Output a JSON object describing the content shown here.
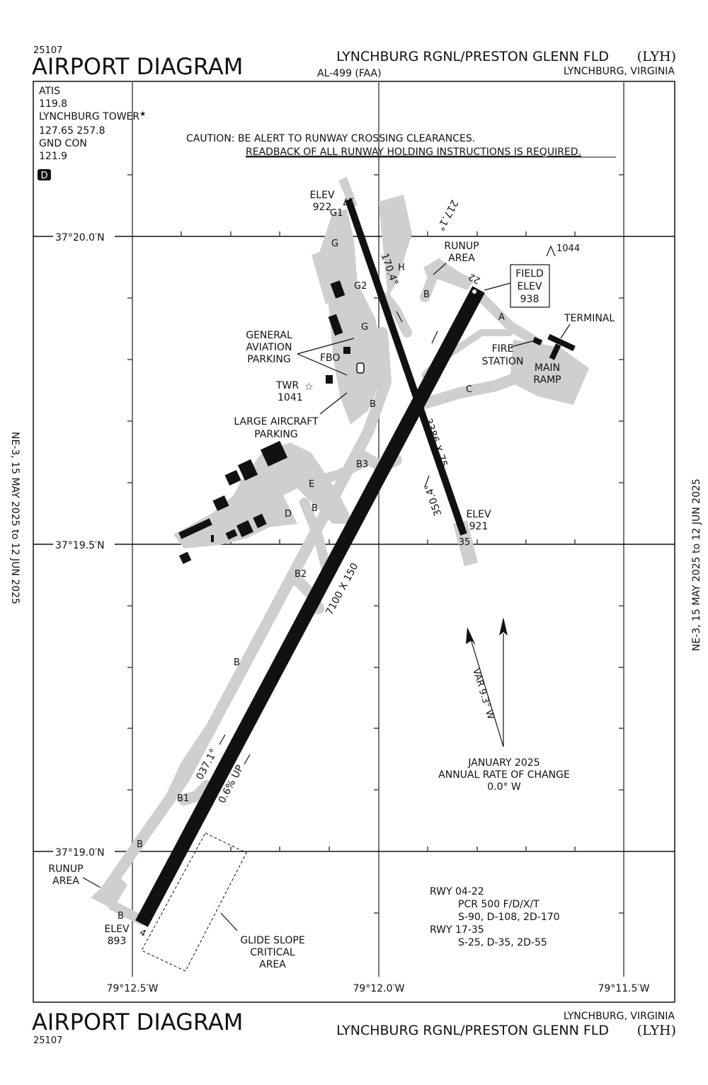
{
  "header": {
    "chart_number": "25107",
    "title": "AIRPORT DIAGRAM",
    "airport_name": "LYNCHBURG RGNL/PRESTON GLENN FLD",
    "airport_id": "(LYH)",
    "procedure_id": "AL-499 (FAA)",
    "city_state": "LYNCHBURG, VIRGINIA"
  },
  "footer": {
    "chart_number": "25107",
    "title": "AIRPORT DIAGRAM",
    "airport_name": "LYNCHBURG RGNL/PRESTON GLENN FLD",
    "airport_id": "(LYH)",
    "city_state": "LYNCHBURG, VIRGINIA"
  },
  "side_dates": {
    "left": "NE-3,  15 MAY 2025  to  12 JUN 2025",
    "right": "NE-3,  15 MAY 2025  to  12 JUN 2025"
  },
  "comms": {
    "atis_label": "ATIS",
    "atis_freq": "119.8",
    "tower_label": "LYNCHBURG TOWER",
    "tower_star": "★",
    "tower_freq": "127.65 257.8",
    "gnd_label": "GND CON",
    "gnd_freq": "121.9",
    "class_badge": "D"
  },
  "caution": {
    "line1": "CAUTION: BE ALERT TO RUNWAY CROSSING CLEARANCES.",
    "line2": "READBACK OF ALL RUNWAY HOLDING INSTRUCTIONS IS REQUIRED."
  },
  "grid": {
    "lat": [
      "37°20.0′N",
      "37°19.5′N",
      "37°19.0′N"
    ],
    "lon": [
      "79°12.5′W",
      "79°12.0′W",
      "79°11.5′W"
    ]
  },
  "runways": {
    "r04_22": {
      "dim": "7100 X 150",
      "hdg_04": "037.1°",
      "hdg_22": "217.1°",
      "slope": "0.6% UP",
      "end_04": "4",
      "end_22": "22"
    },
    "r17_35": {
      "dim": "3386 X 75",
      "hdg_17": "170.4°",
      "hdg_35": "350.4°",
      "end_17": "17",
      "end_35": "35"
    }
  },
  "elevations": {
    "elev17_label": "ELEV",
    "elev17": "922",
    "elev35_label": "ELEV",
    "elev35": "921",
    "elev04_label": "ELEV",
    "elev04": "893",
    "field_elev_l1": "FIELD",
    "field_elev_l2": "ELEV",
    "field_elev": "938",
    "obstacle": "1044"
  },
  "taxiways": [
    "G1",
    "G",
    "G2",
    "G",
    "H",
    "B",
    "A",
    "C",
    "B",
    "B3",
    "E",
    "B",
    "D",
    "B2",
    "B",
    "B1",
    "B",
    "B"
  ],
  "labels": {
    "runup_ne_1": "RUNUP",
    "runup_ne_2": "AREA",
    "terminal": "TERMINAL",
    "fire_1": "FIRE",
    "fire_2": "STATION",
    "main_1": "MAIN",
    "main_2": "RAMP",
    "ga_1": "GENERAL",
    "ga_2": "AVIATION",
    "ga_3": "PARKING",
    "fbo": "FBO",
    "twr": "TWR",
    "twr_elev": "1041",
    "large_1": "LARGE AIRCRAFT",
    "large_2": "PARKING",
    "runup_sw_1": "RUNUP",
    "runup_sw_2": "AREA",
    "gs_1": "GLIDE SLOPE",
    "gs_2": "CRITICAL",
    "gs_3": "AREA"
  },
  "magnetic": {
    "var": "VAR 9.3° W",
    "line1": "JANUARY 2025",
    "line2": "ANNUAL RATE OF CHANGE",
    "line3": "0.0° W"
  },
  "strength": {
    "rwy1": "RWY 04-22",
    "rwy1_l1": "PCR 500 F/D/X/T",
    "rwy1_l2": "S-90, D-108, 2D-170",
    "rwy2": "RWY 17-35",
    "rwy2_l1": "S-25, D-35, 2D-55"
  }
}
